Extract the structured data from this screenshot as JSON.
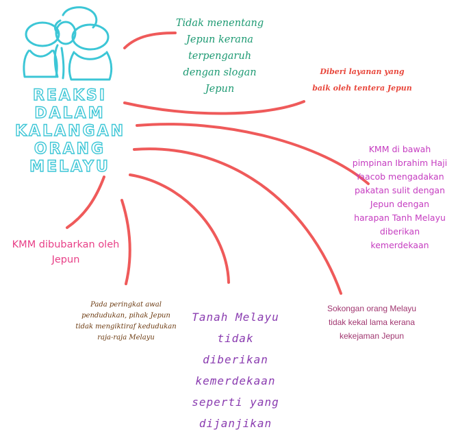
{
  "center": {
    "lines": [
      "REAKSI",
      "DALAM",
      "KALANGAN",
      "ORANG",
      "MELAYU"
    ],
    "color": "#3cc6d6",
    "icon": "people-group-icon"
  },
  "branch_color": "#ef5a5a",
  "nodes": [
    {
      "id": "n1",
      "text": "Tidak menentang Jepun kerana terpengaruh dengan slogan Jepun",
      "color": "#1e9a73"
    },
    {
      "id": "n2",
      "text": "Diberi layanan yang baik oleh tentera Jepun",
      "color": "#e8473c"
    },
    {
      "id": "n3",
      "text": "KMM di bawah pimpinan Ibrahim Haji Yaacob mengadakan pakatan sulit dengan Jepun dengan harapan Tanh Melayu diberikan kemerdekaan",
      "color": "#c53cc0"
    },
    {
      "id": "n4",
      "text": "KMM dibubarkan oleh Jepun",
      "color": "#e83f87"
    },
    {
      "id": "n5",
      "text": "Pada peringkat awal pendudukan, pihak Jepun tidak mengiktiraf kedudukan raja-raja Melayu",
      "color": "#6b3a10"
    },
    {
      "id": "n6",
      "text": "Tanah Melayu tidak diberikan kemerdekaan seperti yang dijanjikan",
      "color": "#8a3cb0"
    },
    {
      "id": "n7",
      "text": "Sokongan orang Melayu tidak kekal lama kerana kekejaman Jepun",
      "color": "#a0356f"
    }
  ]
}
